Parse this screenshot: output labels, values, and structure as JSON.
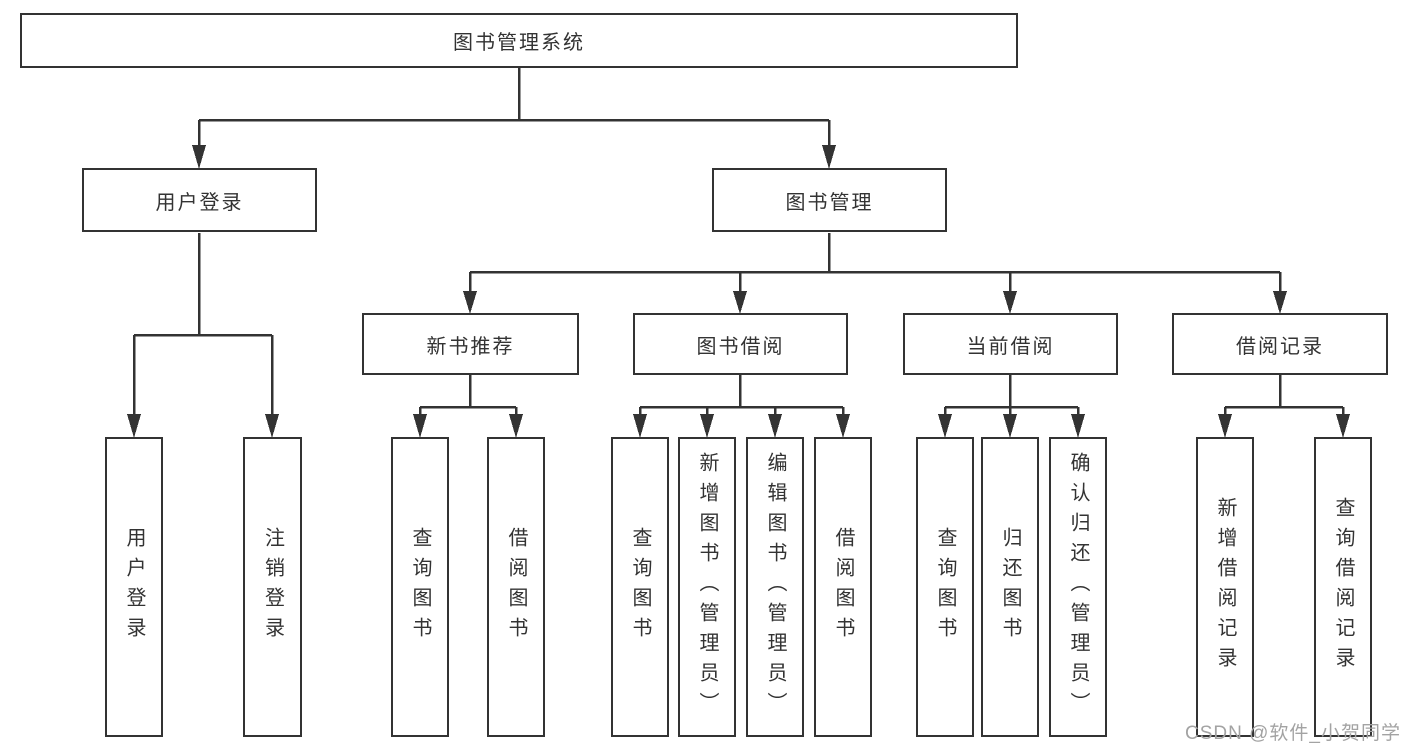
{
  "diagram_type": "tree",
  "root": {
    "label": "图书管理系统"
  },
  "branches": [
    {
      "label": "用户登录",
      "children": [
        {
          "label": "用户登录"
        },
        {
          "label": "注销登录"
        }
      ]
    },
    {
      "label": "图书管理",
      "children": [
        {
          "label": "新书推荐",
          "children": [
            {
              "label": "查询图书"
            },
            {
              "label": "借阅图书"
            }
          ]
        },
        {
          "label": "图书借阅",
          "children": [
            {
              "label": "查询图书"
            },
            {
              "label": "新增图书（管理员）"
            },
            {
              "label": "编辑图书（管理员）"
            },
            {
              "label": "借阅图书"
            }
          ]
        },
        {
          "label": "当前借阅",
          "children": [
            {
              "label": "查询图书"
            },
            {
              "label": "归还图书"
            },
            {
              "label": "确认归还（管理员）"
            }
          ]
        },
        {
          "label": "借阅记录",
          "children": [
            {
              "label": "新增借阅记录"
            },
            {
              "label": "查询借阅记录"
            }
          ]
        }
      ]
    }
  ],
  "watermark": {
    "text": "CSDN @软件_小贺同学",
    "color": "#a3a3a3"
  },
  "style": {
    "line_color": "#333333",
    "box_background": "#ffffff"
  }
}
